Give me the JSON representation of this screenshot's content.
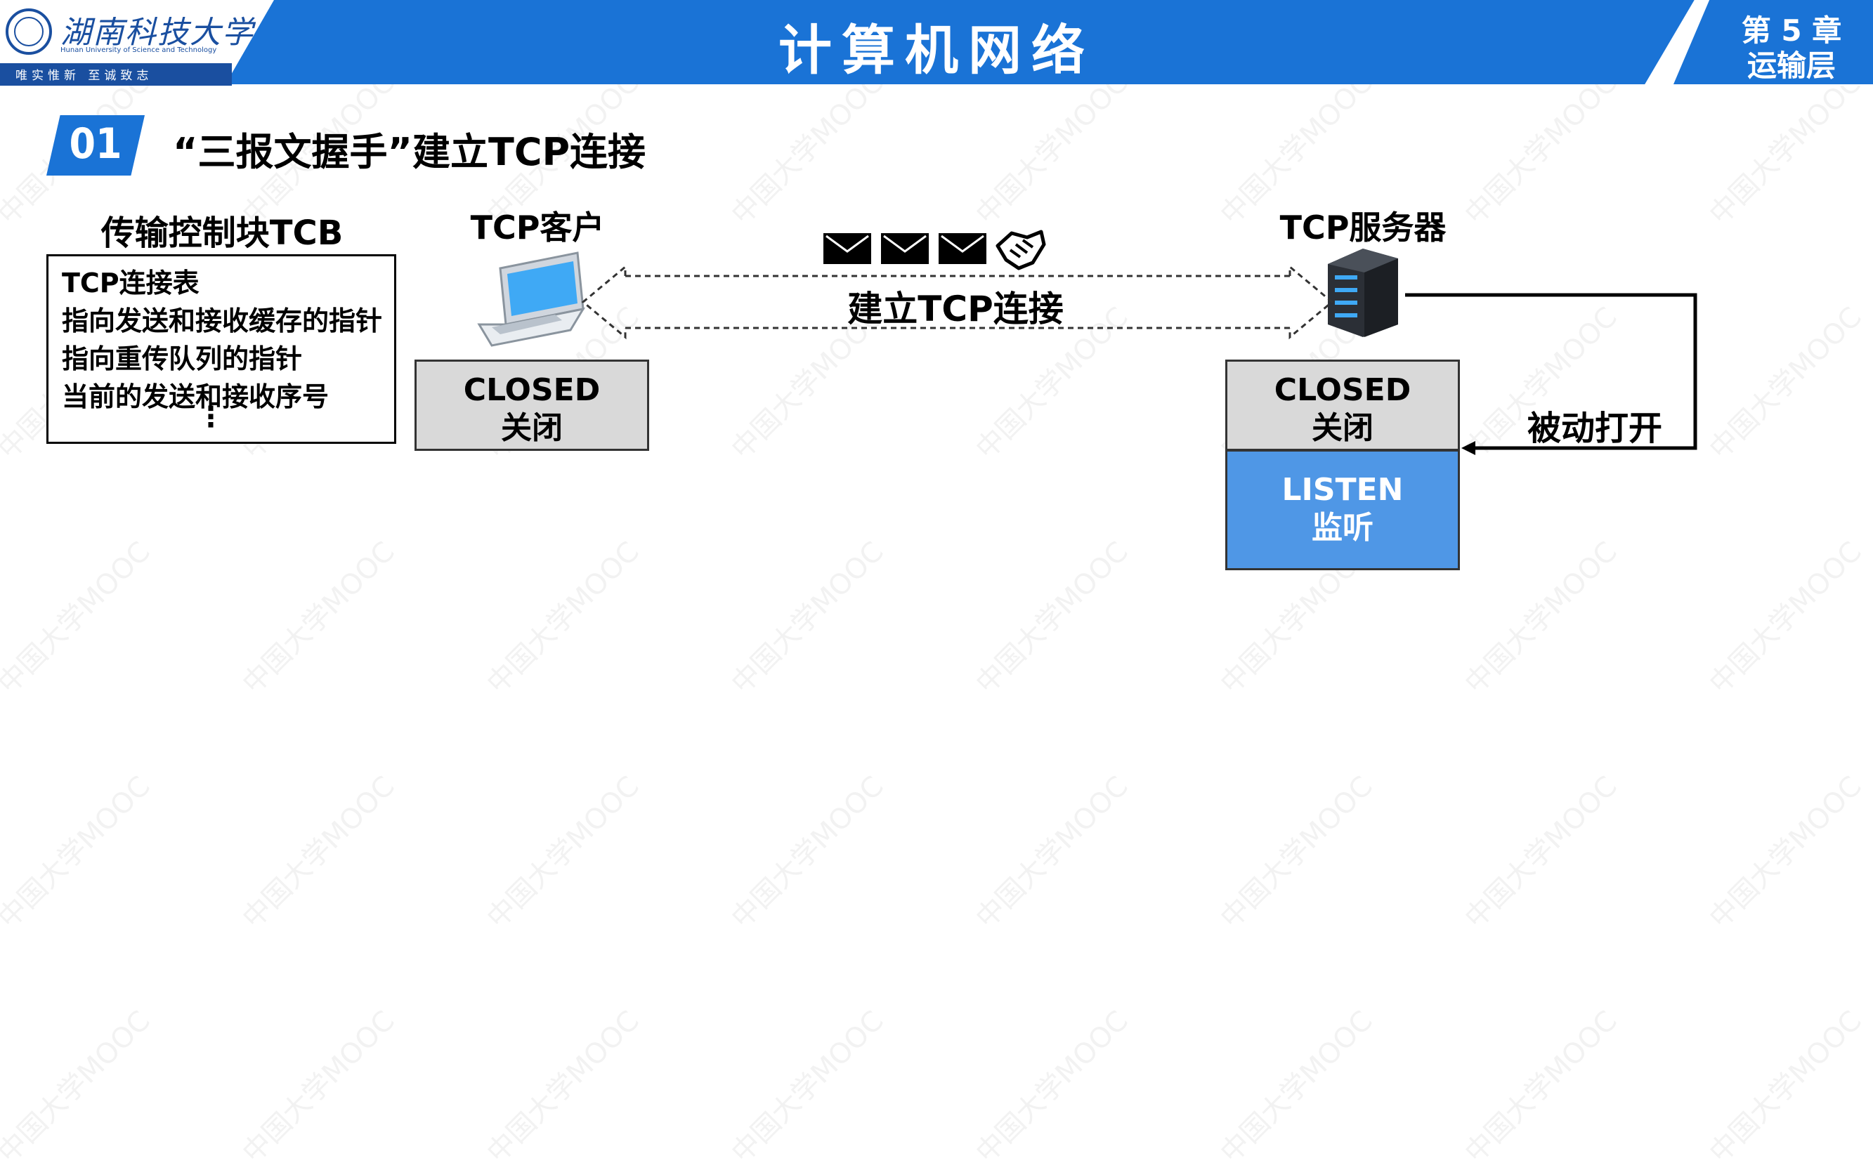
{
  "header": {
    "title": "计算机网络",
    "chapter_line1": "第 5 章",
    "chapter_line2": "运输层"
  },
  "logo": {
    "name_cn": "湖南科技大学",
    "name_en": "Hunan University of Science and Technology",
    "motto": "唯实惟新  至诚致志"
  },
  "section": {
    "number": "01",
    "title": "“三报文握手”建立TCP连接"
  },
  "tcb": {
    "title": "传输控制块TCB",
    "items": [
      "TCP连接表",
      "指向发送和接收缓存的指针",
      "指向重传队列的指针",
      "当前的发送和接收序号"
    ],
    "ellipsis": "⋮"
  },
  "client": {
    "label": "TCP客户",
    "state_en": "CLOSED",
    "state_cn": "关闭"
  },
  "server": {
    "label": "TCP服务器",
    "state1_en": "CLOSED",
    "state1_cn": "关闭",
    "state2_en": "LISTEN",
    "state2_cn": "监听"
  },
  "connection": {
    "label": "建立TCP连接"
  },
  "passive_open": {
    "label": "被动打开"
  },
  "watermark": "中国大学MOOC",
  "colors": {
    "header_blue": "#1a73d6",
    "listen_blue": "#4f97e6",
    "state_gray": "#d9d9d9"
  }
}
